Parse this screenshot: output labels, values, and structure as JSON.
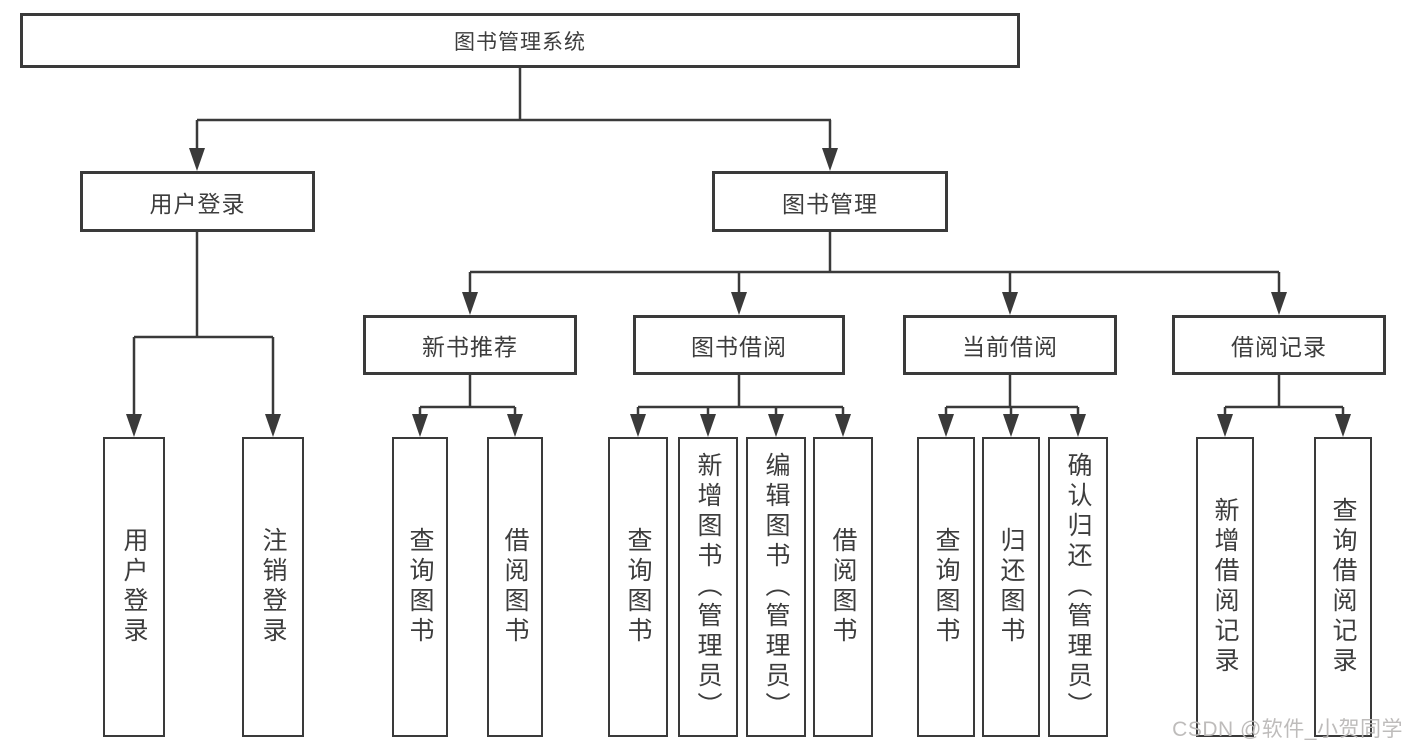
{
  "diagram": {
    "title": "图书管理系统",
    "user_login": {
      "label": "用户登录",
      "children": {
        "login": "用户登录",
        "logout": "注销登录"
      }
    },
    "book_mgmt": {
      "label": "图书管理",
      "new_book_rec": {
        "label": "新书推荐",
        "children": {
          "query": "查询图书",
          "borrow": "借阅图书"
        }
      },
      "book_borrow": {
        "label": "图书借阅",
        "children": {
          "query": "查询图书",
          "add": "新增图书（管理员）",
          "edit": "编辑图书（管理员）",
          "borrow": "借阅图书"
        }
      },
      "current_borrow": {
        "label": "当前借阅",
        "children": {
          "query": "查询图书",
          "return": "归还图书",
          "confirm_return": "确认归还（管理员）"
        }
      },
      "borrow_records": {
        "label": "借阅记录",
        "children": {
          "add_record": "新增借阅记录",
          "query_record": "查询借阅记录"
        }
      }
    }
  },
  "watermark": "CSDN @软件_小贺同学",
  "colors": {
    "border": "#3a3a3a",
    "text": "#3d3d3d",
    "background": "#ffffff",
    "watermark": "#bab8b7"
  }
}
